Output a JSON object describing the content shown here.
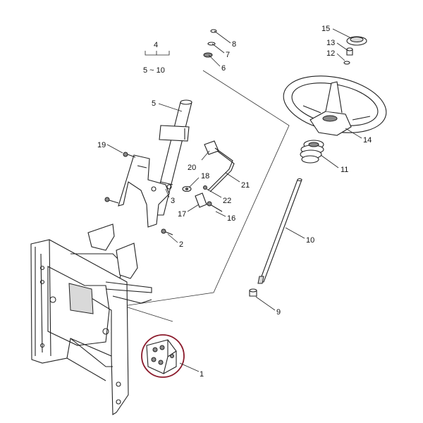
{
  "diagram": {
    "highlight_color": "#8b1a2b",
    "line_color": "#222222",
    "labels": {
      "p1": "1",
      "p2": "2",
      "p3": "3",
      "p4": "4",
      "p4_range": "5 ~ 10",
      "p5": "5",
      "p6": "6",
      "p7": "7",
      "p8": "8",
      "p9": "9",
      "p10": "10",
      "p11": "11",
      "p12": "12",
      "p13": "13",
      "p14": "14",
      "p15": "15",
      "p16": "16",
      "p17": "17",
      "p18": "18",
      "p19": "19",
      "p20": "20",
      "p21": "21",
      "p22": "22"
    }
  }
}
